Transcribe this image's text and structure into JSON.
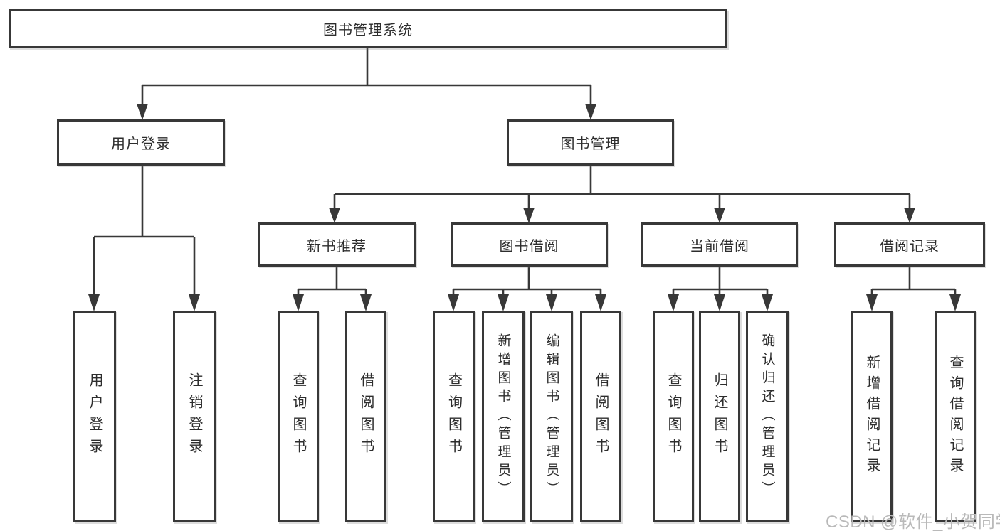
{
  "colors": {
    "line": "#383838",
    "box_border": "#383838",
    "text": "#2d2d2d",
    "watermark": "#b9b9b9",
    "background": "#ffffff"
  },
  "tree": {
    "label": "图书管理系统",
    "children": [
      {
        "label": "用户登录",
        "children": [
          {
            "label": "用户登录"
          },
          {
            "label": "注销登录"
          }
        ]
      },
      {
        "label": "图书管理",
        "children": [
          {
            "label": "新书推荐",
            "children": [
              {
                "label": "查询图书"
              },
              {
                "label": "借阅图书"
              }
            ]
          },
          {
            "label": "图书借阅",
            "children": [
              {
                "label": "查询图书"
              },
              {
                "label": "新增图书（管理员）"
              },
              {
                "label": "编辑图书（管理员）"
              },
              {
                "label": "借阅图书"
              }
            ]
          },
          {
            "label": "当前借阅",
            "children": [
              {
                "label": "查询图书"
              },
              {
                "label": "归还图书"
              },
              {
                "label": "确认归还（管理员）"
              }
            ]
          },
          {
            "label": "借阅记录",
            "children": [
              {
                "label": "新增借阅记录"
              },
              {
                "label": "查询借阅记录"
              }
            ]
          }
        ]
      }
    ]
  },
  "watermark": {
    "text": "CSDN @软件_小贺同学"
  }
}
